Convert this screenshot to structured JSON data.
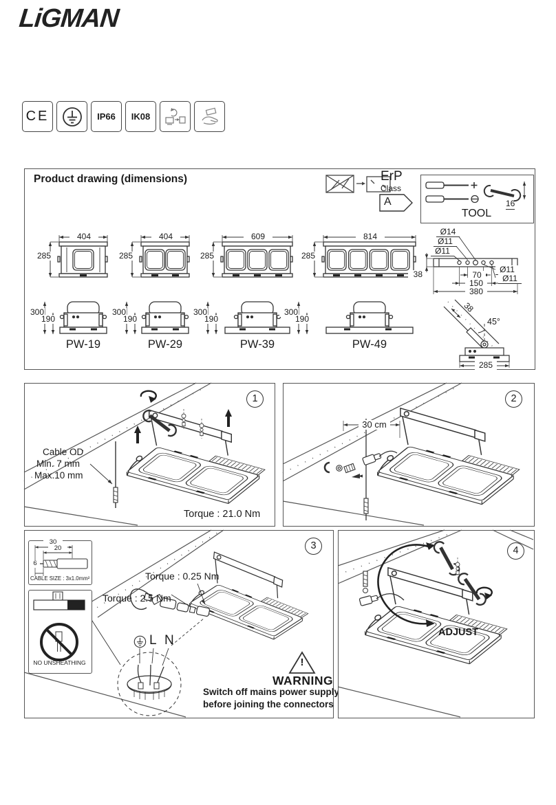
{
  "brand": {
    "logo": "LiGMAN"
  },
  "badges": {
    "ce": "CE",
    "ip66": "IP66",
    "ik08": "IK08",
    "earth_icon": "earth-ground-symbol",
    "weee_icon": "recycling-disposal-symbol",
    "handling_icon": "handle-luminaire-symbol"
  },
  "product_drawing": {
    "title": "Product drawing (dimensions)",
    "erp": {
      "name": "ErP",
      "class_label": "Class",
      "class_value": "A"
    },
    "tool": {
      "label": "TOOL",
      "wrench_size": "16"
    },
    "models": [
      {
        "name": "PW-19",
        "front_width": "404",
        "front_height": "285",
        "side_height_total": "300",
        "side_height_body": "190"
      },
      {
        "name": "PW-29",
        "front_width": "404",
        "front_height": "285",
        "side_height_total": "300",
        "side_height_body": "190"
      },
      {
        "name": "PW-39",
        "front_width": "609",
        "front_height": "285",
        "side_height_total": "300",
        "side_height_body": "190"
      },
      {
        "name": "PW-49",
        "front_width": "814",
        "front_height": "285",
        "side_height_total": "300",
        "side_height_body": "190"
      }
    ],
    "drill_pattern": {
      "hole_center": "Ø14",
      "hole_mid_left": "Ø11",
      "hole_outer_left": "Ø11",
      "hole_mid_right": "Ø11",
      "hole_outer_right": "Ø11",
      "dim_inner": "70",
      "dim_mid": "150",
      "dim_total": "380",
      "dim_height": "38"
    },
    "angle_mount": {
      "dim_wall": "38",
      "angle": "45°",
      "dim_base": "285"
    }
  },
  "steps": {
    "s1": {
      "num": "1",
      "cable_line1": "Cable OD",
      "cable_line2": "Min. 7 mm",
      "cable_line3": "Max.10 mm",
      "torque": "Torque : 21.0 Nm"
    },
    "s2": {
      "num": "2",
      "distance": "30 cm"
    },
    "s3": {
      "num": "3",
      "strip_30": "30",
      "strip_20": "20",
      "strip_6": "6",
      "cable_size": "CABLE SIZE : 3x1.0mm²",
      "no_unsheathing": "NO UNSHEATHING",
      "torque_connector": "Torque : 0.25 Nm",
      "torque_gland": "Torque : 2.5 Nm",
      "terminal_l": "L",
      "terminal_n": "N",
      "warning_mark": "!",
      "warning_title": "WARNING",
      "warning_line1": "Switch off mains power supply",
      "warning_line2": "before joining the connectors"
    },
    "s4": {
      "num": "4",
      "adjust": "ADJUST"
    }
  }
}
